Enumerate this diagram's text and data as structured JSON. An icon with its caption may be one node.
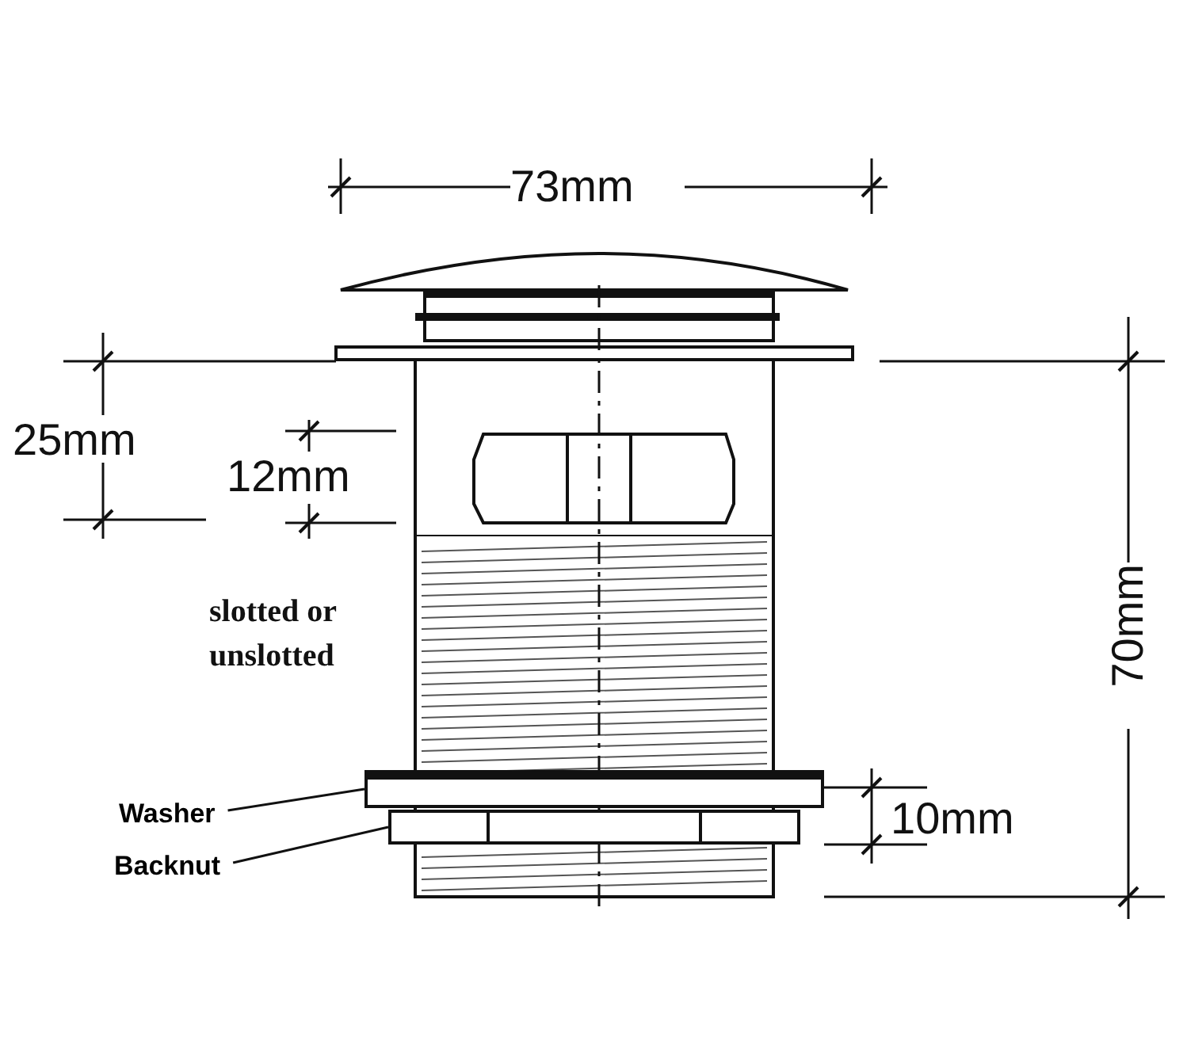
{
  "diagram": {
    "nodes": [
      {
        "text": [
          "Washer"
        ]
      },
      {
        "text": [],
        "shape": "box"
      },
      {
        "text": [
          "Backnut"
        ]
      },
      {
        "text": [],
        "shape": "box"
      }
    ],
    "edges": [
      {
        "from": 0,
        "to": 1,
        "arrow": "none"
      },
      {
        "from": 2,
        "to": 3,
        "arrow": "none"
      }
    ],
    "labels": [
      "73mm",
      "25mm",
      "12mm",
      "slotted or unslotted",
      "70mm",
      "10mm"
    ]
  }
}
